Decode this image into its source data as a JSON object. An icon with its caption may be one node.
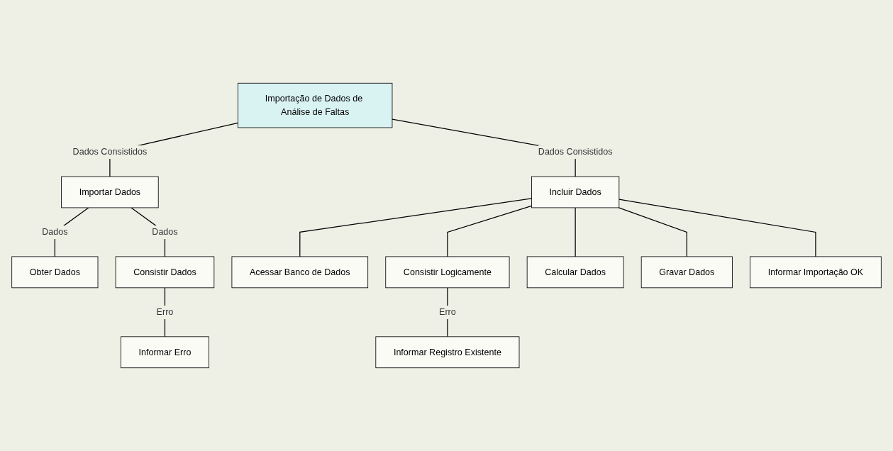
{
  "diagram": {
    "nodes": [
      {
        "text": [
          "Importação de Dados de Análise de Faltas"
        ]
      },
      {
        "text": [
          "Importar Dados"
        ]
      },
      {
        "text": [
          "Incluir Dados"
        ]
      },
      {
        "text": [
          "Obter Dados"
        ]
      },
      {
        "text": [
          "Consistir Dados"
        ]
      },
      {
        "text": [
          "Acessar Banco de Dados"
        ]
      },
      {
        "text": [
          "Consistir Logicamente"
        ]
      },
      {
        "text": [
          "Calcular Dados"
        ]
      },
      {
        "text": [
          "Gravar Dados"
        ]
      },
      {
        "text": [
          "Informar Importação OK"
        ]
      },
      {
        "text": [
          "Informar Erro"
        ]
      },
      {
        "text": [
          "Informar Registro Existente"
        ]
      }
    ],
    "edges": [
      {
        "from": 0,
        "to": 1,
        "arrow": "none",
        "label": "Dados Consistidos"
      },
      {
        "from": 0,
        "to": 2,
        "arrow": "none",
        "label": "Dados Consistidos"
      },
      {
        "from": 1,
        "to": 3,
        "arrow": "none",
        "label": "Dados"
      },
      {
        "from": 1,
        "to": 4,
        "arrow": "none",
        "label": "Dados"
      },
      {
        "from": 2,
        "to": 5,
        "arrow": "none"
      },
      {
        "from": 2,
        "to": 6,
        "arrow": "none"
      },
      {
        "from": 2,
        "to": 7,
        "arrow": "none"
      },
      {
        "from": 2,
        "to": 8,
        "arrow": "none"
      },
      {
        "from": 2,
        "to": 9,
        "arrow": "none"
      },
      {
        "from": 4,
        "to": 10,
        "arrow": "none",
        "label": "Erro"
      },
      {
        "from": 6,
        "to": 11,
        "arrow": "none",
        "label": "Erro"
      }
    ]
  }
}
